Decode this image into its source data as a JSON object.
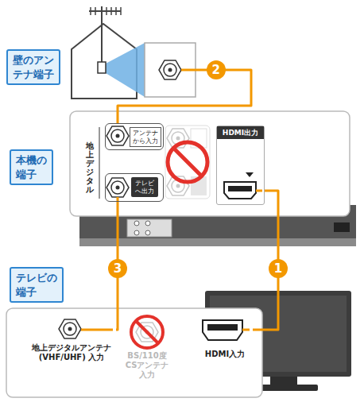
{
  "diagram": {
    "nodes": [
      {
        "text": [
          "壁のアンテナ端子"
        ]
      },
      {
        "text": [
          "本機の端子"
        ]
      },
      {
        "text": [
          "アンテナから入力"
        ],
        "in": 1
      },
      {
        "text": [
          "テレビへ出力"
        ],
        "in": 1
      },
      {
        "text": [
          "HDMI出力"
        ],
        "in": 1
      },
      {
        "text": [
          "テレビの端子"
        ]
      },
      {
        "text": [
          "地上デジタルアンテナ (VHF/UHF) 入力"
        ],
        "in": 5
      },
      {
        "text": [
          "HDMI入力"
        ],
        "in": 5
      }
    ],
    "edges": [
      {
        "from": 4,
        "to": 7,
        "arrow": "none",
        "label": "1"
      },
      {
        "from": 0,
        "to": 2,
        "arrow": "none",
        "label": "2"
      },
      {
        "from": 3,
        "to": 6,
        "arrow": "none",
        "label": "3"
      }
    ],
    "labels": [
      "地上デジタル",
      "BS/110度 CSアンテナ 入力"
    ]
  }
}
